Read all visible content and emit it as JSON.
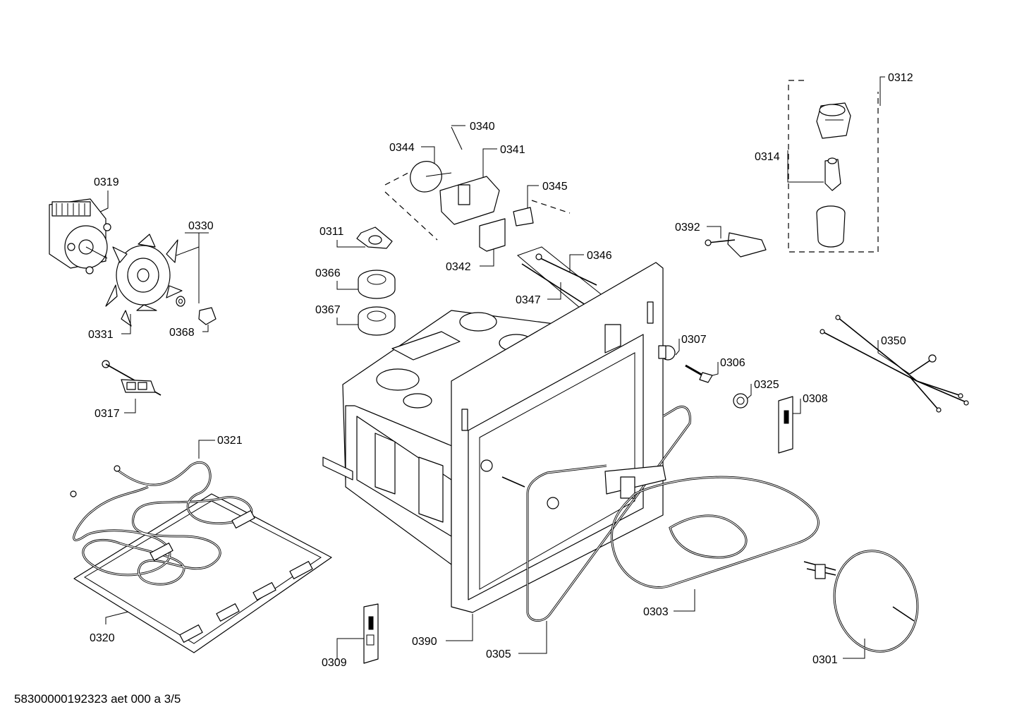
{
  "labels": {
    "p0301": "0301",
    "p0303": "0303",
    "p0305": "0305",
    "p0306": "0306",
    "p0307": "0307",
    "p0308": "0308",
    "p0309": "0309",
    "p0311": "0311",
    "p0312": "0312",
    "p0314": "0314",
    "p0317": "0317",
    "p0319": "0319",
    "p0320": "0320",
    "p0321": "0321",
    "p0325": "0325",
    "p0330": "0330",
    "p0331": "0331",
    "p0340": "0340",
    "p0341": "0341",
    "p0342": "0342",
    "p0344": "0344",
    "p0345": "0345",
    "p0346": "0346",
    "p0347": "0347",
    "p0350": "0350",
    "p0366": "0366",
    "p0367": "0367",
    "p0368": "0368",
    "p0390": "0390",
    "p0392": "0392"
  },
  "footer": {
    "document_code": "58300000192323 aet 000 a 3/5"
  }
}
